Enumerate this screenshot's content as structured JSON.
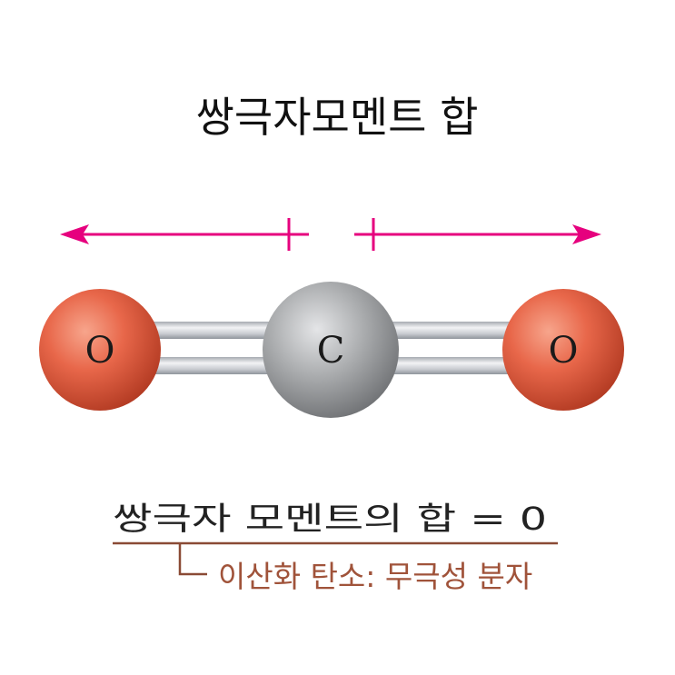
{
  "title": "쌍극자모멘트 합",
  "dipoles": {
    "color": "#e6007e",
    "left_direction": "left",
    "right_direction": "right"
  },
  "molecule": {
    "atoms": [
      {
        "id": "o-left",
        "label": "O",
        "element": "oxygen"
      },
      {
        "id": "c-center",
        "label": "C",
        "element": "carbon"
      },
      {
        "id": "o-right",
        "label": "O",
        "element": "oxygen"
      }
    ],
    "bonds": [
      {
        "from": "o-left",
        "to": "c-center",
        "order": 2
      },
      {
        "from": "c-center",
        "to": "o-right",
        "order": 2
      }
    ],
    "colors": {
      "oxygen": "#e8674a",
      "carbon": "#a9abad",
      "bond": "#c9ccd1"
    }
  },
  "sum_statement": "쌍극자 모멘트의 합 = 0",
  "note": "이산화 탄소: 무극성 분자",
  "colors": {
    "underline": "#8a4a35",
    "note": "#a0533a"
  }
}
